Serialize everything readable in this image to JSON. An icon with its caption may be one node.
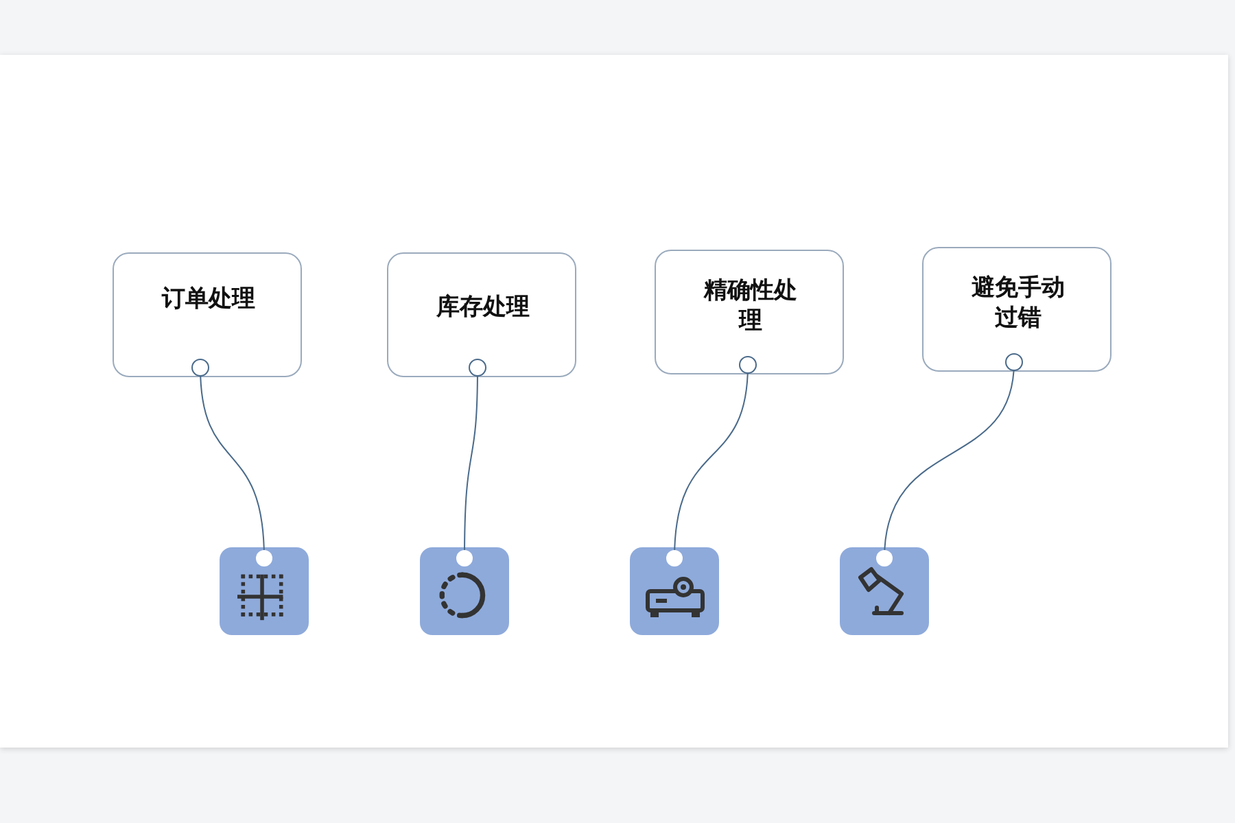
{
  "diagram": {
    "nodes": [
      {
        "text": [
          "订单处理"
        ]
      },
      {
        "text": [
          "库存处理"
        ]
      },
      {
        "text": [
          "精确性处理"
        ]
      },
      {
        "text": [
          "避免手动过错"
        ]
      },
      {
        "text": [],
        "shape": "picture"
      },
      {
        "text": [],
        "shape": "picture"
      },
      {
        "text": [],
        "shape": "picture"
      },
      {
        "text": [],
        "shape": "picture"
      }
    ],
    "edges": [
      {
        "from": 0,
        "to": 4,
        "arrow": "other"
      },
      {
        "from": 1,
        "to": 5,
        "arrow": "other"
      },
      {
        "from": 2,
        "to": 6,
        "arrow": "other"
      },
      {
        "from": 3,
        "to": 7,
        "arrow": "other"
      }
    ]
  }
}
